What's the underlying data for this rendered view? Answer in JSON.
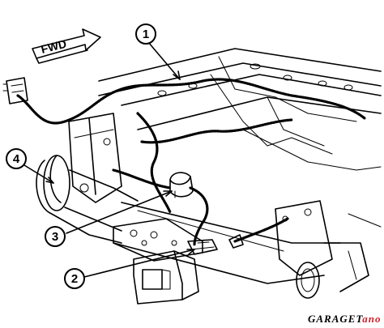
{
  "fwd_label": "FWD",
  "callouts": [
    {
      "id": "1",
      "label": "1"
    },
    {
      "id": "2",
      "label": "2"
    },
    {
      "id": "3",
      "label": "3"
    },
    {
      "id": "4",
      "label": "4"
    }
  ],
  "watermark": {
    "text_main": "GARAGET",
    "text_accent": "ano",
    "accent_color": "#d1202a"
  }
}
